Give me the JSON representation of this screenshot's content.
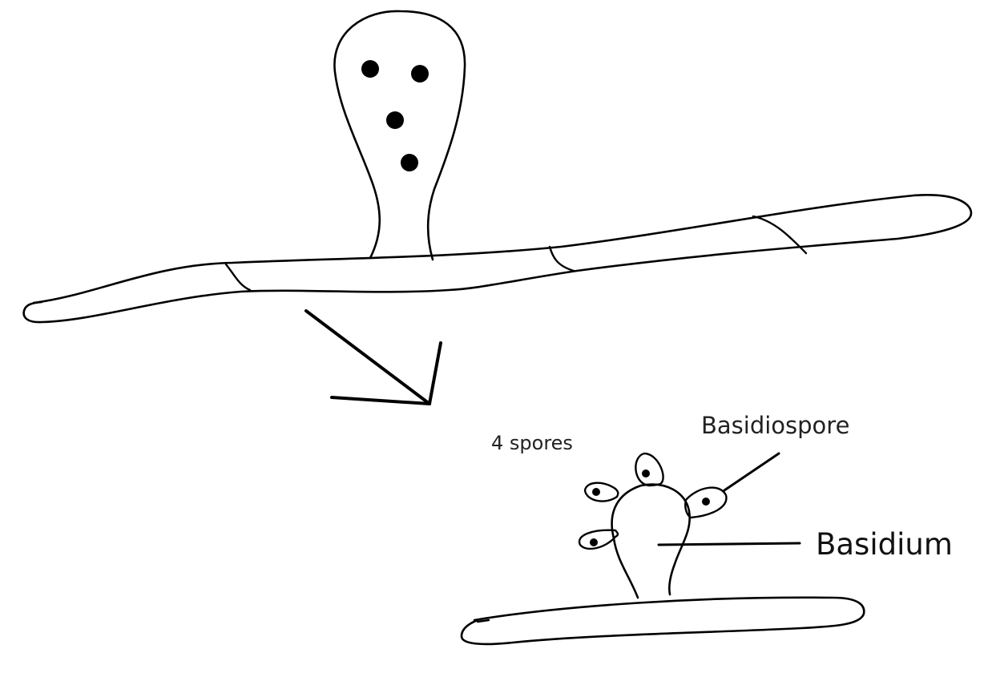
{
  "diagram": {
    "colors": {
      "background": "#ffffff",
      "ink": "#000000"
    },
    "labels": {
      "spore_count": "4 spores",
      "basidiospore": "Basidiospore",
      "basidium": "Basidium"
    },
    "nuclei_in_developing_basidium": 4,
    "spores_on_basidium": 4
  }
}
